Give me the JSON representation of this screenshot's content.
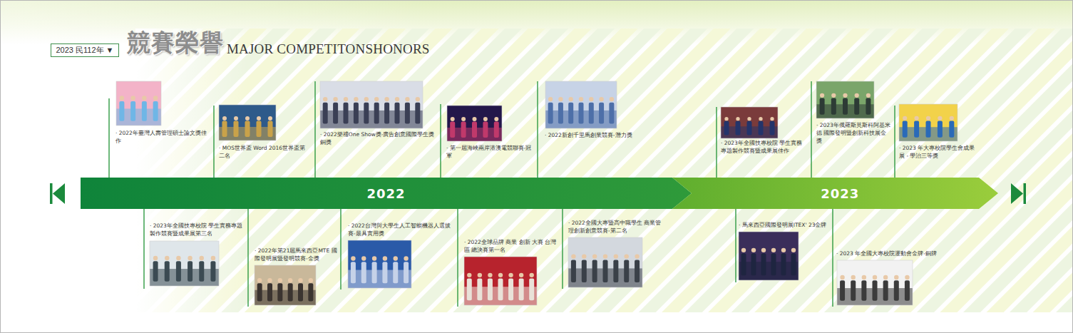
{
  "diagram": {
    "title": "競賽榮譽",
    "nodes": [
      {
        "text": [
          "2023 民112年 ▼"
        ]
      },
      {
        "text": [
          "2022"
        ]
      },
      {
        "text": [
          "2023"
        ]
      }
    ],
    "edges": [],
    "labels": [
      "MAJOR COMPETITONSHONORS",
      "· 2022年臺灣人壽管理碩士論文獎佳作",
      "· MOS世界盃 Word 2016世界盃第二名",
      "· 2022樂禮One Show獎-廣告創意國際學生獎銅獎",
      "· 第一屆海峽兩岸港澳電競聯賽-冠軍",
      "· 2022新創千里馬創業競賽-潛力獎",
      "· 2023年全國技專校院 學生實務專題製作競賽暨成果展佳作",
      "· 2023年俄羅斯莫斯科阿基米德 國際發明暨創新科技展金獎",
      "· 2023 年大專校院學生會成果展 - 學治三等獎",
      "· 2023年全國技專校院 學生實務專題製作競賽暨成果展第三名",
      "· 2022年第21屆馬來西亞MTE 國際發明展暨發明競賽-金獎",
      "· 2022台灣與大學生人工智能機器人選拔賽-最具實用獎",
      "· 2022全球品牌 商業 創新 大賽 台灣區 總決賽第一名",
      "· 2022全國大專暨高中職學生 商業管理創新創意競賽-第二名",
      "· 馬來西亞國際發明展ITEX' 23金牌",
      "· 2023 年全國大專校院運動會金牌-銅牌"
    ]
  }
}
